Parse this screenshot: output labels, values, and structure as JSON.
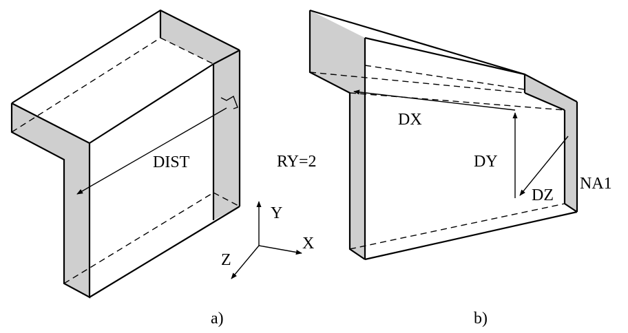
{
  "labels": {
    "dist": "DIST",
    "dx": "DX",
    "dy": "DY",
    "dz": "DZ",
    "ry": "RY=2",
    "na1": "NA1",
    "axis_x": "X",
    "axis_y": "Y",
    "axis_z": "Z",
    "caption_a": "a)",
    "caption_b": "b)"
  },
  "colors": {
    "shade": "#cfcfcf",
    "line": "#000000"
  }
}
